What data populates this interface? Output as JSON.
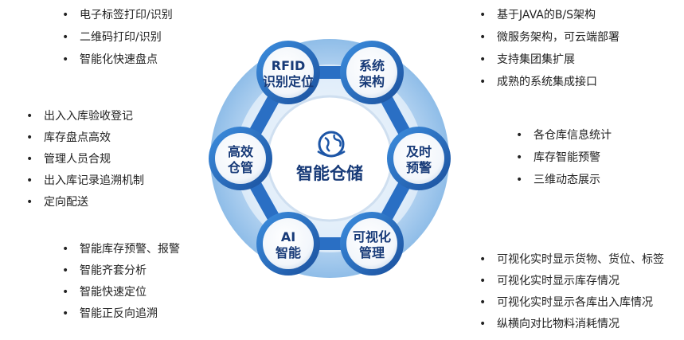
{
  "center": {
    "title": "智能仓储",
    "icon": "globe-icon"
  },
  "nodes": [
    {
      "id": "rfid",
      "line1": "RFID",
      "line2": "识别定位"
    },
    {
      "id": "arch",
      "line1": "系统",
      "line2": "架构"
    },
    {
      "id": "alert",
      "line1": "及时",
      "line2": "预警"
    },
    {
      "id": "vis",
      "line1": "可视化",
      "line2": "管理"
    },
    {
      "id": "ai",
      "line1": "AI",
      "line2": "智能"
    },
    {
      "id": "eff",
      "line1": "高效",
      "line2": "仓管"
    }
  ],
  "lists": {
    "rfid": [
      "电子标签打印/识别",
      "二维码打印/识别",
      "智能化快速盘点"
    ],
    "arch": [
      "基于JAVA的B/S架构",
      "微服务架构，可云端部署",
      "支持集团集扩展",
      "成熟的系统集成接口"
    ],
    "eff": [
      "出入入库验收登记",
      "库存盘点高效",
      "管理人员合规",
      "出入库记录追溯机制",
      "定向配送"
    ],
    "alert": [
      "各仓库信息统计",
      "库存智能预警",
      "三维动态展示"
    ],
    "ai": [
      "智能库存预警、报警",
      "智能齐套分析",
      "智能快速定位",
      "智能正反向追溯"
    ],
    "vis": [
      "可视化实时显示货物、货位、标签",
      "可视化实时显示库存情况",
      "可视化实时显示各库出入库情况",
      "纵横向对比物料消耗情况"
    ]
  },
  "colors": {
    "dark_blue": "#1c55a6",
    "mid_blue": "#2f7fd6",
    "light_blue": "#cfe3f7",
    "node_text": "#173a78"
  }
}
